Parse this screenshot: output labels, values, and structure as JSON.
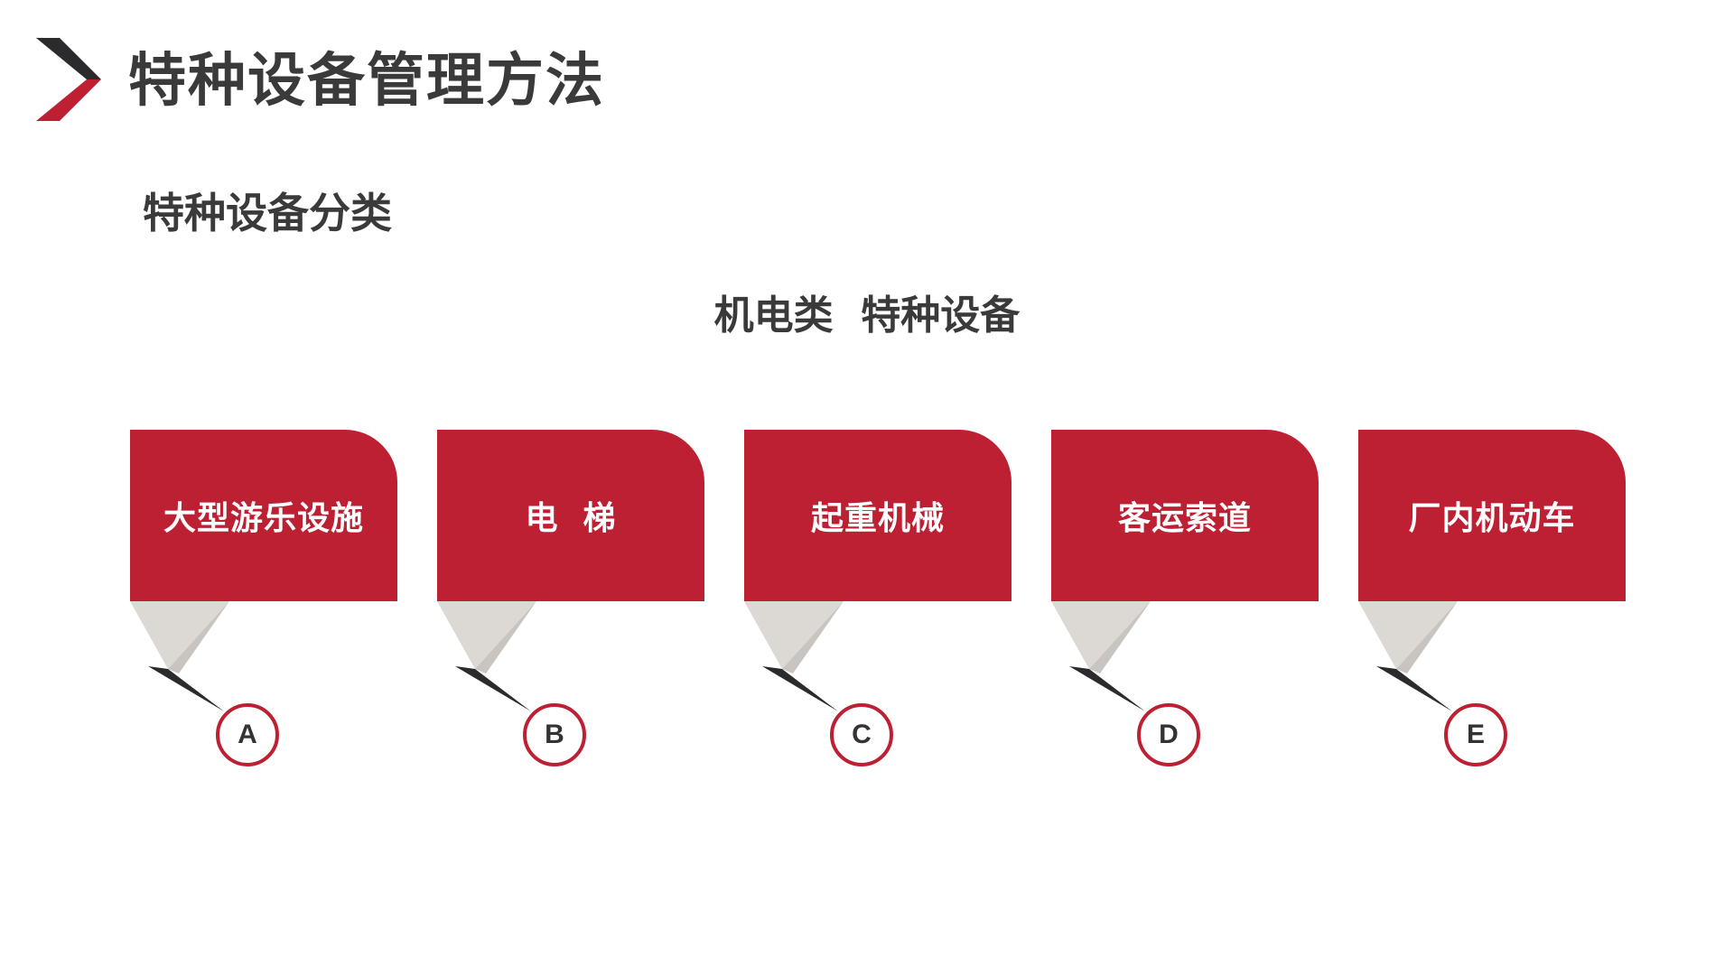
{
  "header": {
    "title": "特种设备管理方法",
    "logo_icon": "chevron-right-icon",
    "accent_color": "#bd2033",
    "dark_color": "#2b2b2d"
  },
  "section": {
    "subtitle": "特种设备分类",
    "heading": "机电类  特种设备"
  },
  "cards": [
    {
      "label": "大型游乐设施",
      "letter": "A"
    },
    {
      "label": "电  梯",
      "letter": "B"
    },
    {
      "label": "起重机械",
      "letter": "C"
    },
    {
      "label": "客运索道",
      "letter": "D"
    },
    {
      "label": "厂内机动车",
      "letter": "E"
    }
  ]
}
